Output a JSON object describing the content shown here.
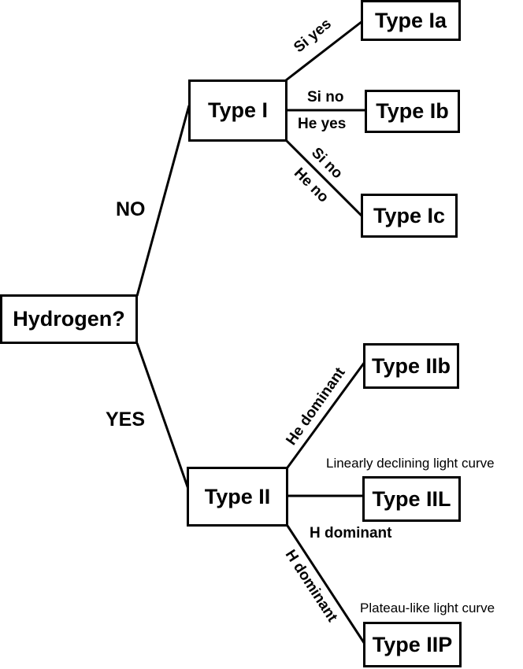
{
  "nodes": {
    "root": "Hydrogen?",
    "type1": "Type I",
    "type1a": "Type Ia",
    "type1b": "Type Ib",
    "type1c": "Type Ic",
    "type2": "Type II",
    "type2b": "Type IIb",
    "type2l": "Type IIL",
    "type2p": "Type IIP"
  },
  "branches": {
    "no": "NO",
    "yes": "YES"
  },
  "edge_labels": {
    "type1a": "Si yes",
    "type1b_top": "Si no",
    "type1b_bottom": "He yes",
    "type1c_top": "Si no",
    "type1c_bottom": "He no",
    "type2b": "He dominant",
    "type2l": "H dominant",
    "type2p": "H dominant"
  },
  "notes": {
    "type2l": "Linearly declining light curve",
    "type2p": "Plateau-like light curve"
  }
}
